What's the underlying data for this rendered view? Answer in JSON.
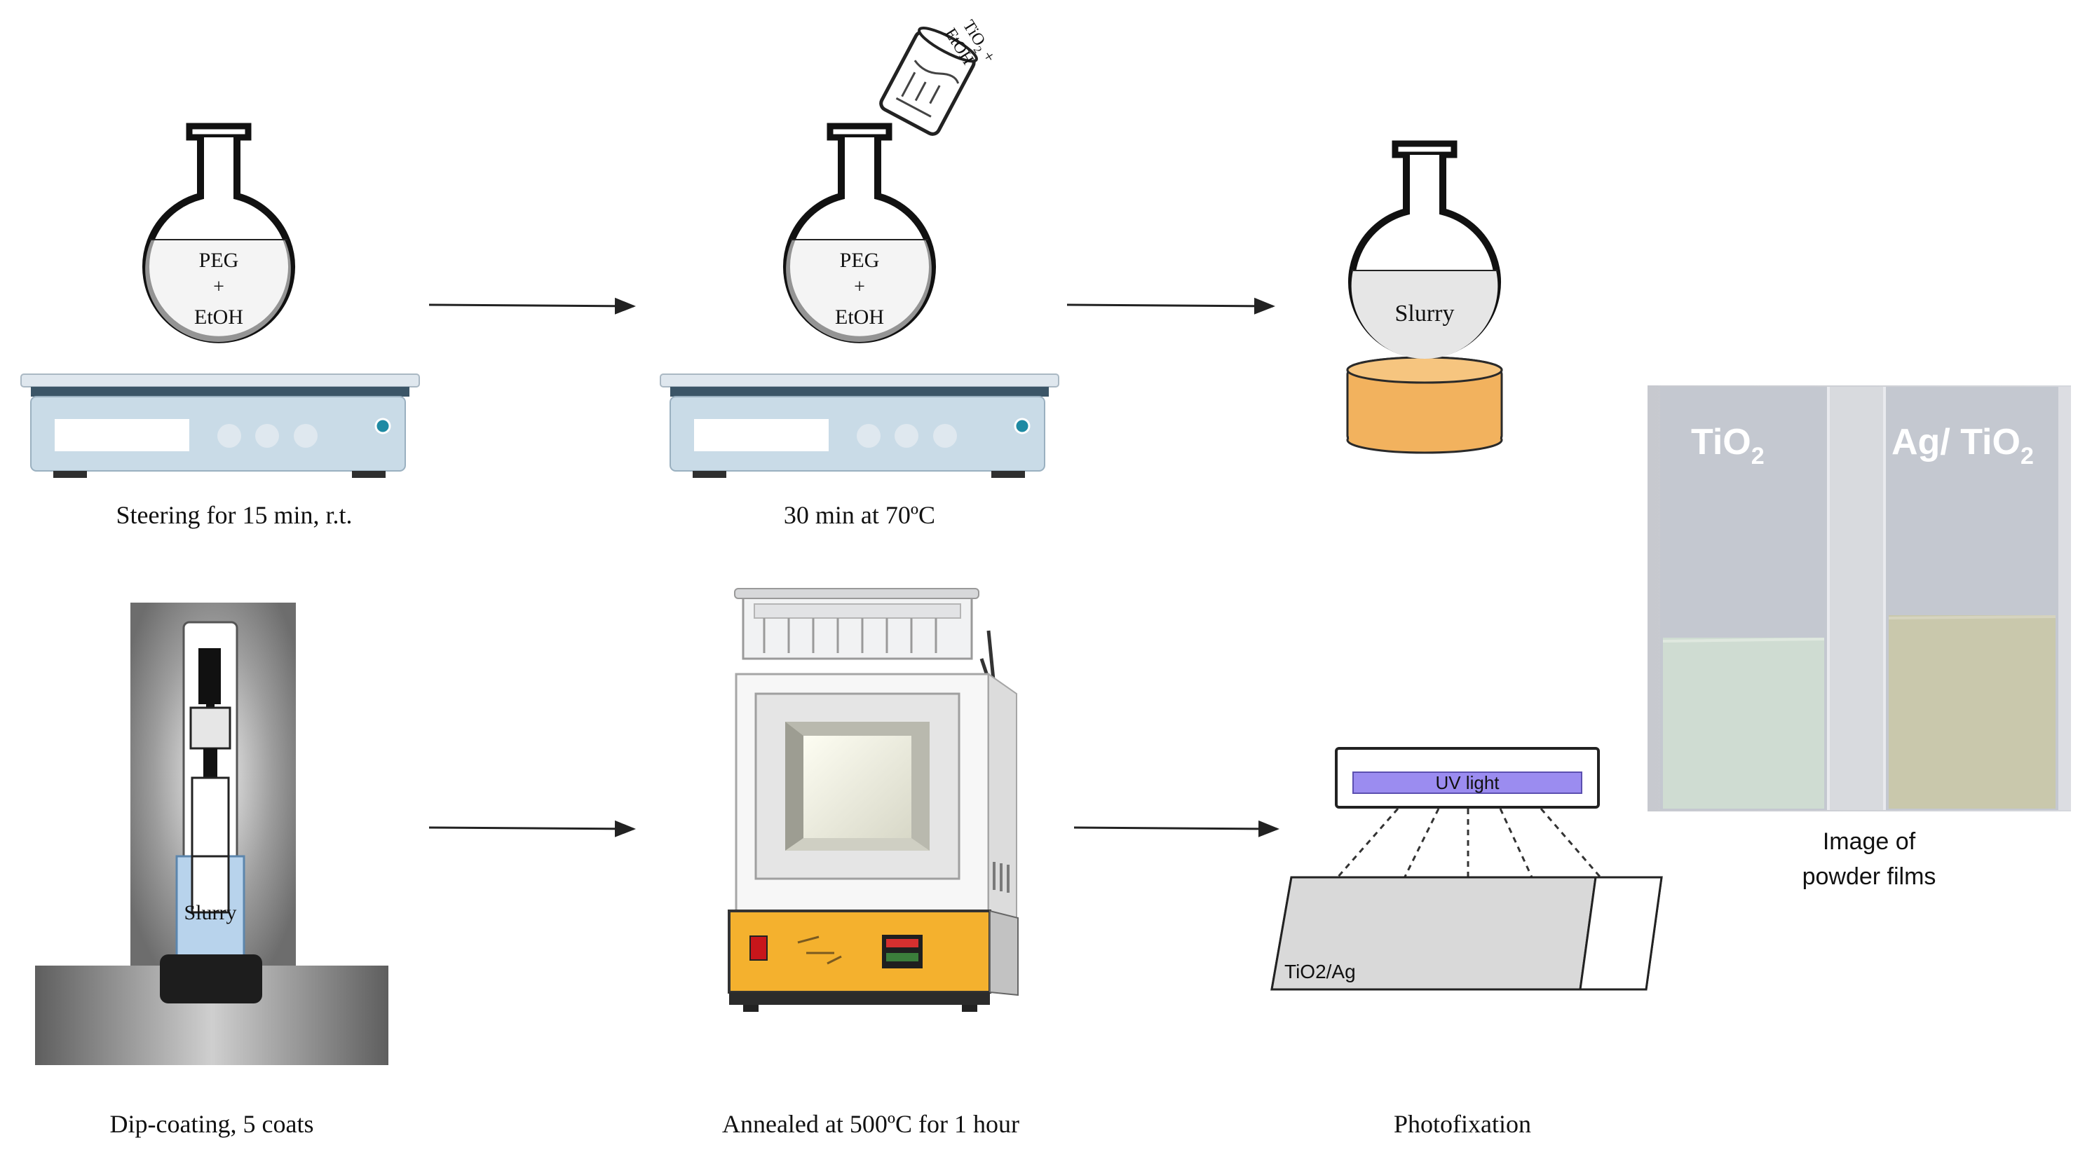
{
  "steps": {
    "stirring": {
      "label": "Steering for 15 min, r.t.",
      "flask_top": "PEG",
      "flask_mid": "+",
      "flask_bottom": "EtOH"
    },
    "heating": {
      "label": "30 min at 70ºC",
      "flask_top": "PEG",
      "flask_mid": "+",
      "flask_bottom": "EtOH",
      "beaker_line1": "TiO",
      "beaker_sub": "2",
      "beaker_line1_suffix": " +",
      "beaker_line2": "EtOH"
    },
    "slurry": {
      "flask_label": "Slurry"
    },
    "dip_coating": {
      "label": "Dip-coating, 5 coats",
      "bath_label": "Slurry"
    },
    "annealing": {
      "label": "Annealed at 500ºC for 1 hour"
    },
    "photofixation": {
      "label": "Photofixation",
      "lamp_label": "UV light",
      "film_label": "TiO2/Ag"
    },
    "photo": {
      "caption_line1": "Image of",
      "caption_line2": "powder films",
      "left_label": "TiO",
      "left_sub": "2",
      "right_label": "Ag/ TiO",
      "right_sub": "2"
    }
  },
  "colors": {
    "stirrer_blue": "#c9dbe7",
    "stirrer_dark": "#2f4f63",
    "uv_purple": "#9b8cf0",
    "heater_orange": "#f2b25e",
    "furnace_panel": "#f4b12e",
    "tio2_film": "#cfdcd2",
    "agtio2_film": "#c9c8ac"
  }
}
